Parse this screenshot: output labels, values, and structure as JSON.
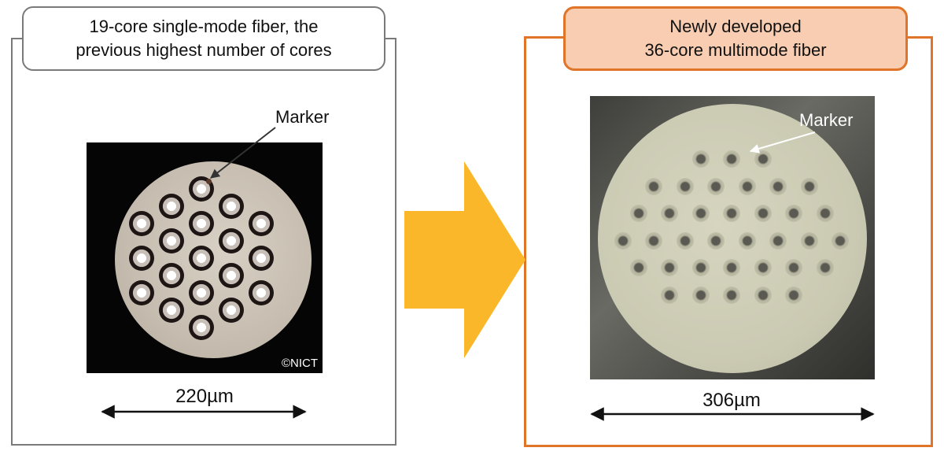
{
  "left": {
    "title_line1": "19-core single-mode fiber, the",
    "title_line2": "previous highest number of cores",
    "marker_label": "Marker",
    "copyright": "©NICT",
    "dimension": "220µm",
    "core_count": 19
  },
  "right": {
    "title_line1": "Newly developed",
    "title_line2": "36-core multimode fiber",
    "marker_label": "Marker",
    "dimension": "306µm",
    "core_count": 36
  },
  "colors": {
    "accent_orange": "#e07428",
    "title_fill_orange": "#f8cdb1",
    "arrow_yellow": "#fbb72a",
    "frame_gray": "#7a7a7a"
  }
}
